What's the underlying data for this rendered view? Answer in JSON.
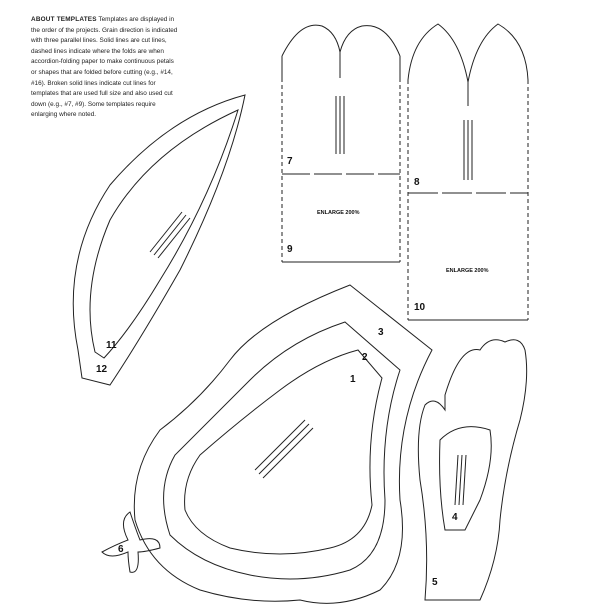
{
  "intro": {
    "heading": "ABOUT TEMPLATES",
    "body": "Templates are displayed in the order of the projects. Grain direction is indicated with three parallel lines. Solid lines are cut lines, dashed lines indicate where the folds are when accordion-folding paper to make continuous petals or shapes that are folded before cutting (e.g., #14, #16). Broken solid lines indicate cut lines for templates that are used full size and also used cut down (e.g., #7, #9). Some templates require enlarging where noted."
  },
  "templates": {
    "t1": "1",
    "t2": "2",
    "t3": "3",
    "t4": "4",
    "t5": "5",
    "t6": "6",
    "t7": "7",
    "t8": "8",
    "t9": "9",
    "t10": "10",
    "t11": "11",
    "t12": "12"
  },
  "notes": {
    "enlarge_9": "ENLARGE 200%",
    "enlarge_10": "ENLARGE 200%"
  }
}
